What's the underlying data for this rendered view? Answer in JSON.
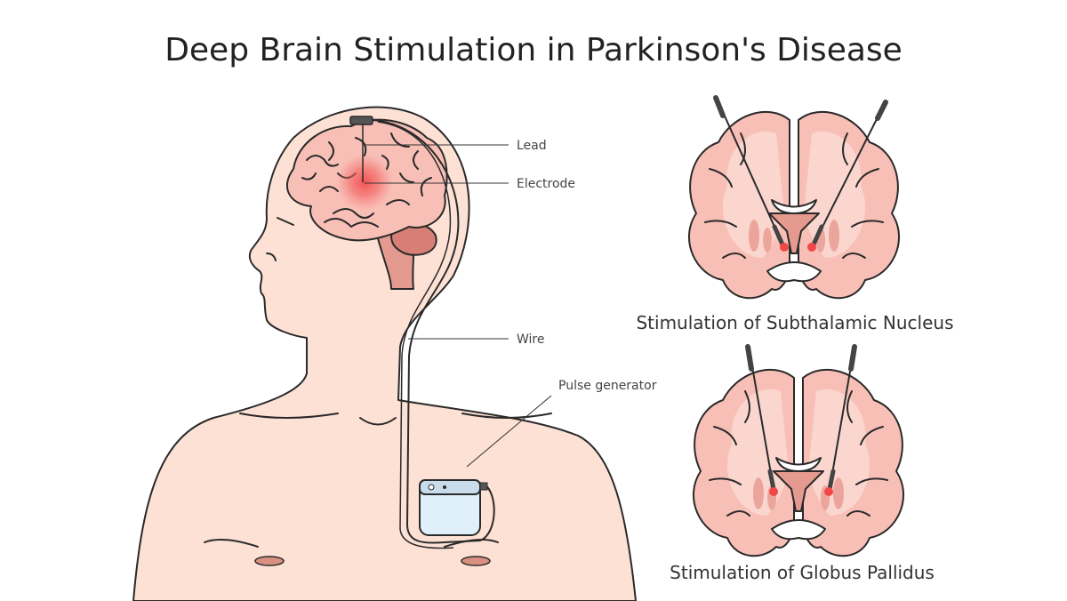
{
  "title": "Deep Brain Stimulation in Parkinson's Disease",
  "labels": {
    "lead": "Lead",
    "electrode": "Electrode",
    "wire": "Wire",
    "pulse_generator": "Pulse generator"
  },
  "captions": {
    "stn": "Stimulation of Subthalamic Nucleus",
    "gp": "Stimulation of Globus Pallidus"
  },
  "colors": {
    "skin": "#fde1d5",
    "brain": "#f8bfb6",
    "brain_dark": "#e59a90",
    "stimulation": "#f04848",
    "device": "#dff0fa"
  }
}
